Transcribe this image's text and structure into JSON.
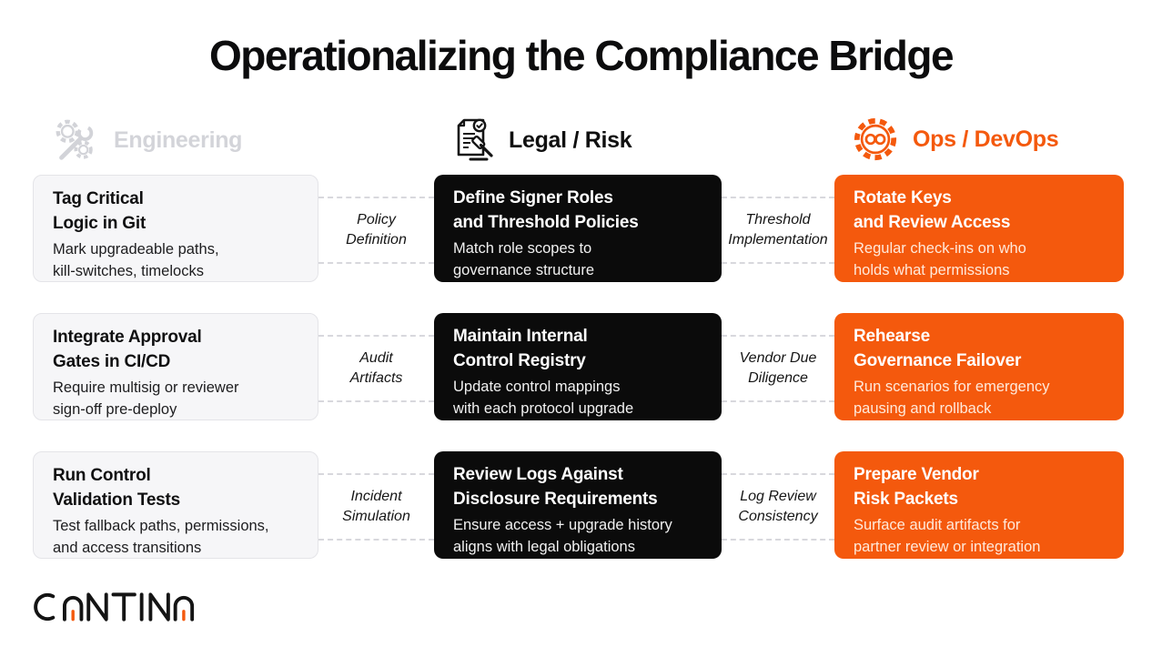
{
  "title": "Operationalizing the Compliance Bridge",
  "colors": {
    "accent_orange": "#f4590d",
    "card_black": "#0b0b0b",
    "card_light_bg": "#f6f6f8",
    "muted_gray": "#d3d4d9"
  },
  "columns": {
    "engineering": {
      "label": "Engineering",
      "icon": "gears-wrench-icon"
    },
    "legal": {
      "label": "Legal / Risk",
      "icon": "document-gavel-icon"
    },
    "ops": {
      "label": "Ops / DevOps",
      "icon": "gear-infinity-icon"
    }
  },
  "rows": [
    {
      "engineering": {
        "title": "Tag Critical\nLogic in Git",
        "body": "Mark upgradeable paths,\nkill-switches, timelocks"
      },
      "bridge_left": "Policy\nDefinition",
      "legal": {
        "title": "Define Signer Roles\nand Threshold Policies",
        "body": "Match role scopes to\ngovernance structure"
      },
      "bridge_right": "Threshold\nImplementation",
      "ops": {
        "title": "Rotate Keys\nand Review Access",
        "body": "Regular check-ins on who\nholds what permissions"
      }
    },
    {
      "engineering": {
        "title": "Integrate Approval\nGates in CI/CD",
        "body": "Require multisig or reviewer\nsign-off pre-deploy"
      },
      "bridge_left": "Audit\nArtifacts",
      "legal": {
        "title": "Maintain Internal\nControl Registry",
        "body": "Update control mappings\nwith each protocol upgrade"
      },
      "bridge_right": "Vendor Due\nDiligence",
      "ops": {
        "title": "Rehearse\nGovernance Failover",
        "body": "Run scenarios for emergency\npausing and rollback"
      }
    },
    {
      "engineering": {
        "title": "Run Control\nValidation Tests",
        "body": "Test fallback paths, permissions,\nand access transitions"
      },
      "bridge_left": "Incident\nSimulation",
      "legal": {
        "title": "Review Logs Against\nDisclosure Requirements",
        "body": "Ensure access + upgrade history\naligns with legal obligations"
      },
      "bridge_right": "Log Review\nConsistency",
      "ops": {
        "title": "Prepare Vendor\nRisk Packets",
        "body": "Surface audit artifacts for\npartner review or integration"
      }
    }
  ],
  "footer": {
    "logo_text": "CANTINA"
  }
}
